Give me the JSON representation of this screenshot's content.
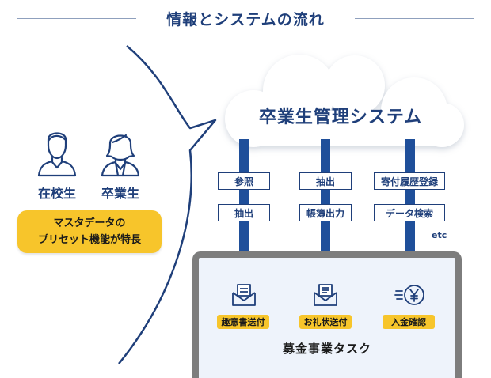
{
  "title": "情報とシステムの流れ",
  "people": [
    {
      "label": "在校生",
      "icon": "student-icon"
    },
    {
      "label": "卒業生",
      "icon": "graduate-icon"
    }
  ],
  "note_lines": [
    "マスタデータの",
    "プリセット機能が特長"
  ],
  "system_name": "卒業生管理システム",
  "columns": [
    {
      "labels": [
        "参照",
        "抽出"
      ],
      "task": "趣意書送付",
      "task_icon": "mail-document-icon"
    },
    {
      "labels": [
        "抽出",
        "帳簿出力"
      ],
      "task": "お礼状送付",
      "task_icon": "mail-letter-icon"
    },
    {
      "labels": [
        "寄付履歴登録",
        "データ検索"
      ],
      "task": "入金確認",
      "task_icon": "yen-payment-icon"
    }
  ],
  "etc": "etc",
  "task_area_title": "募金事業タスク",
  "colors": {
    "navy": "#1f3f7a",
    "yellow": "#f7c52b",
    "frame_gray": "#7d7d7d",
    "arrow": "#1f4f9a"
  }
}
